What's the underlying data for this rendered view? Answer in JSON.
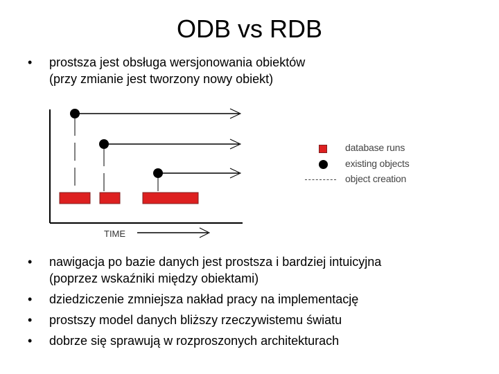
{
  "slide": {
    "title": "ODB vs RDB",
    "bullet_symbol": "•",
    "top_bullets": [
      {
        "line1": "prostsza jest obsługa wersjonowania obiektów",
        "line2": "(przy zmianie jest tworzony nowy obiekt)"
      }
    ],
    "bottom_bullets": [
      {
        "line1": "nawigacja po bazie danych jest prostsza i bardziej intuicyjna",
        "line2": "(poprzez wskaźniki między obiektami)"
      },
      {
        "line1": "dziedziczenie zmniejsza nakład pracy na implementację"
      },
      {
        "line1": "prostszy model danych bliższy rzeczywistemu światu"
      },
      {
        "line1": "dobrze się sprawują w rozproszonych architekturach"
      }
    ]
  },
  "diagram": {
    "axis_label": "TIME",
    "colors": {
      "run_fill": "#dd2020",
      "run_border": "#802020",
      "line": "#000000"
    },
    "legend": [
      {
        "symbol": "red-square",
        "label": "database runs"
      },
      {
        "symbol": "black-dot",
        "label": "existing objects"
      },
      {
        "symbol": "dashed-line",
        "label": "object creation"
      }
    ]
  }
}
